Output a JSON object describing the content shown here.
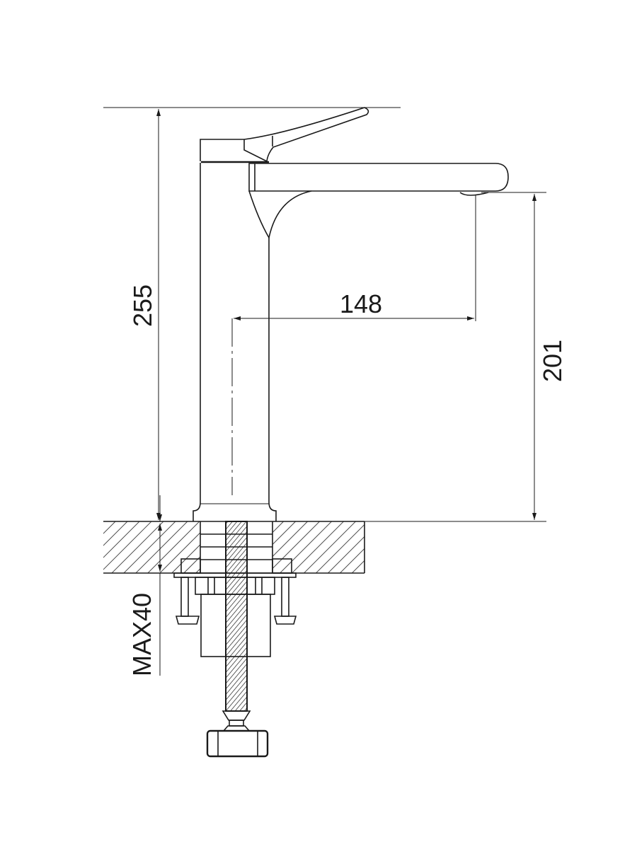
{
  "drawing": {
    "title": "Basin faucet dimension drawing",
    "dimensions": {
      "total_height": "255",
      "spout_reach": "148",
      "spout_height": "201",
      "max_counter_thickness": "MAX40"
    },
    "line_color": "#1a1a1a"
  }
}
